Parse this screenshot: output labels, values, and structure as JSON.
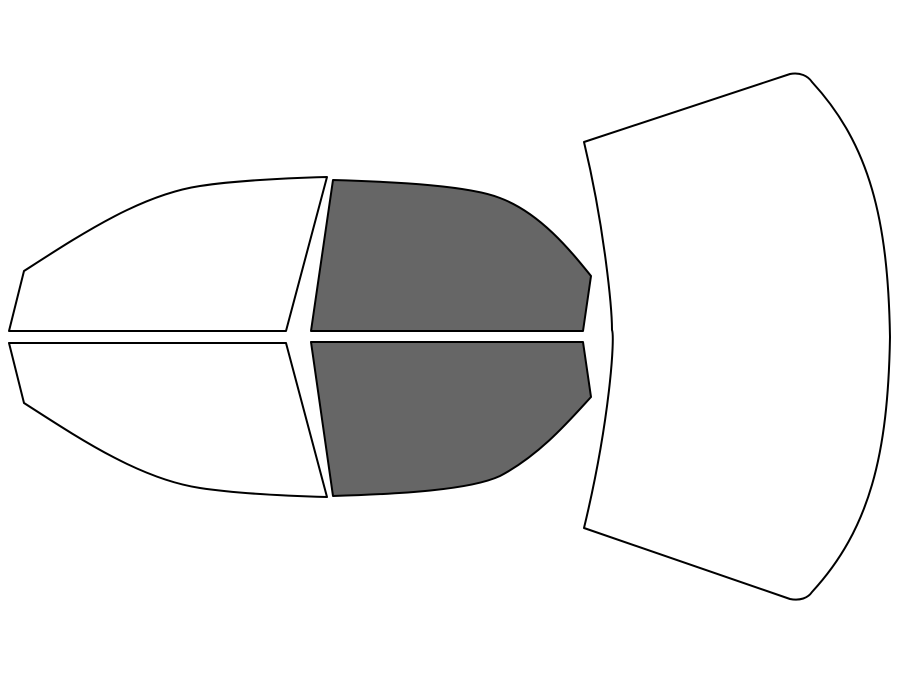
{
  "colors": {
    "background": "#ffffff",
    "outline": "#000000",
    "unselected": "#ffffff",
    "selected": "#666666"
  },
  "windows": [
    {
      "id": "rear-quarter-left",
      "selected": false
    },
    {
      "id": "rear-quarter-right",
      "selected": false
    },
    {
      "id": "front-door-left",
      "selected": true
    },
    {
      "id": "front-door-right",
      "selected": true
    },
    {
      "id": "windshield",
      "selected": false
    }
  ]
}
